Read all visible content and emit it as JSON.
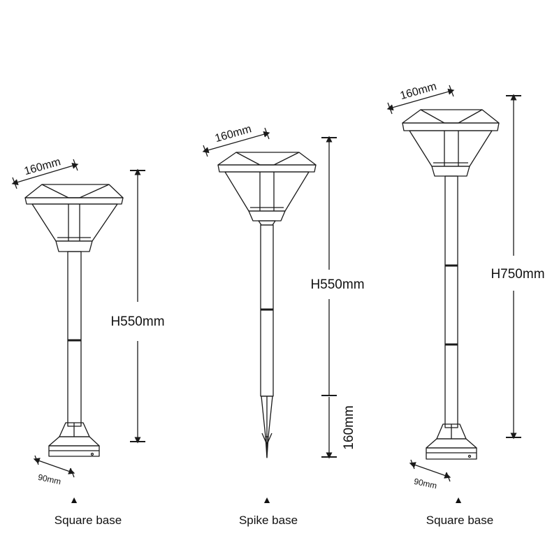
{
  "lamps": [
    {
      "width_label": "160mm",
      "height_label": "H550mm",
      "base_label": "90mm",
      "caption": "Square base",
      "base_type": "square"
    },
    {
      "width_label": "160mm",
      "height_label": "H550mm",
      "spike_label": "160mm",
      "caption": "Spike base",
      "base_type": "spike"
    },
    {
      "width_label": "160mm",
      "height_label": "H750mm",
      "base_label": "90mm",
      "caption": "Square base",
      "base_type": "square"
    }
  ],
  "marker_glyph": "▲",
  "line_color": "#1a1a1a"
}
